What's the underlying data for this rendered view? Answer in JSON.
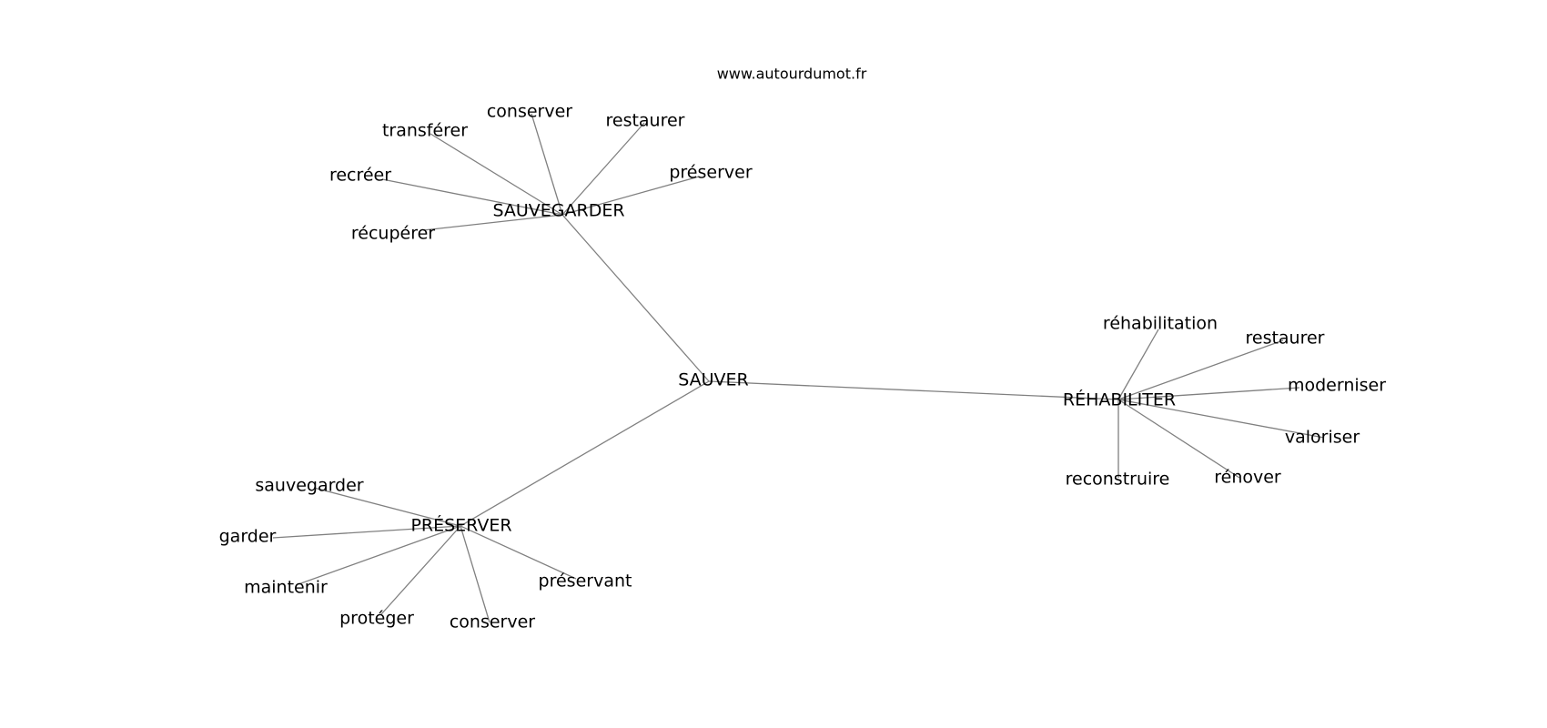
{
  "watermark": "www.autourdumot.fr",
  "colors": {
    "edge": "#808080",
    "text": "#000000",
    "background": "#ffffff"
  },
  "graph": {
    "center": "SAUVER",
    "groups": [
      {
        "hub": "SAUVEGARDER",
        "words": [
          "transférer",
          "conserver",
          "restaurer",
          "préserver",
          "recréer",
          "récupérer"
        ]
      },
      {
        "hub": "RÉHABILITER",
        "words": [
          "réhabilitation",
          "restaurer",
          "moderniser",
          "valoriser",
          "rénover",
          "reconstruire"
        ]
      },
      {
        "hub": "PRÉSERVER",
        "words": [
          "sauvegarder",
          "garder",
          "maintenir",
          "protéger",
          "conserver",
          "préservant"
        ]
      }
    ]
  }
}
